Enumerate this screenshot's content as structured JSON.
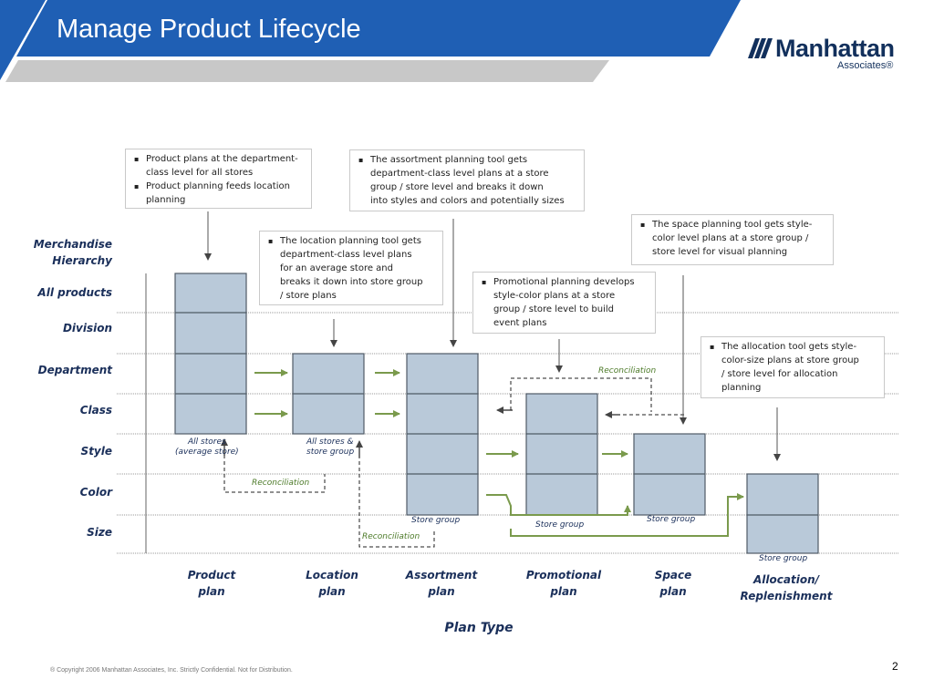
{
  "header": {
    "title": "Manage Product Lifecycle"
  },
  "logo": {
    "name": "Manhattan",
    "sub": "Associates®"
  },
  "notes": [
    {
      "id": "product",
      "lines": [
        {
          "bullet": true,
          "text": "Product plans at the department-"
        },
        {
          "bullet": false,
          "text": "class level for all stores"
        },
        {
          "bullet": true,
          "text": "Product planning feeds location"
        },
        {
          "bullet": false,
          "text": "planning"
        }
      ]
    },
    {
      "id": "assortment",
      "lines": [
        {
          "bullet": true,
          "text": "The assortment planning tool gets"
        },
        {
          "bullet": false,
          "text": "department-class level plans at a store"
        },
        {
          "bullet": false,
          "text": "group  / store level and breaks it down"
        },
        {
          "bullet": false,
          "text": "into styles and colors and potentially sizes"
        }
      ]
    },
    {
      "id": "location",
      "lines": [
        {
          "bullet": true,
          "text": "The location planning tool gets"
        },
        {
          "bullet": false,
          "text": "department-class level plans"
        },
        {
          "bullet": false,
          "text": "for an average store and"
        },
        {
          "bullet": false,
          "text": "breaks it down into store group"
        },
        {
          "bullet": false,
          "text": " / store plans"
        }
      ]
    },
    {
      "id": "space",
      "lines": [
        {
          "bullet": true,
          "text": "The space planning tool gets style-"
        },
        {
          "bullet": false,
          "text": "color level plans at a store group  /"
        },
        {
          "bullet": false,
          "text": "store level for visual planning"
        }
      ]
    },
    {
      "id": "promotional",
      "lines": [
        {
          "bullet": true,
          "text": "Promotional planning develops"
        },
        {
          "bullet": false,
          "text": "style-color plans at a store"
        },
        {
          "bullet": false,
          "text": "group  / store level to build"
        },
        {
          "bullet": false,
          "text": "event plans"
        }
      ]
    },
    {
      "id": "allocation",
      "lines": [
        {
          "bullet": true,
          "text": "The allocation tool gets style-"
        },
        {
          "bullet": false,
          "text": "color-size plans at store group"
        },
        {
          "bullet": false,
          "text": " / store level for allocation"
        },
        {
          "bullet": false,
          "text": "planning"
        }
      ]
    }
  ],
  "hierarchy": {
    "title_line1": "Merchandise",
    "title_line2": "Hierarchy",
    "levels": [
      "All products",
      "Division",
      "Department",
      "Class",
      "Style",
      "Color",
      "Size"
    ]
  },
  "plan_types": [
    {
      "line1": "Product",
      "line2": "plan"
    },
    {
      "line1": "Location",
      "line2": "plan"
    },
    {
      "line1": "Assortment",
      "line2": "plan"
    },
    {
      "line1": "Promotional",
      "line2": "plan"
    },
    {
      "line1": "Space",
      "line2": "plan"
    },
    {
      "line1": "Allocation/",
      "line2": "Replenishment"
    }
  ],
  "column_labels": {
    "product_line1": "All stores",
    "product_line2": "(average store)",
    "location_line1": "All stores &",
    "location_line2": "store group",
    "assortment": "Store group",
    "promotional": "Store group",
    "space": "Store group",
    "allocation": "Store group"
  },
  "reconciliation": "Reconciliation",
  "axis_title": "Plan Type",
  "footer": "® Copyright 2006 Manhattan Associates, Inc. Strictly Confidential. Not for Distribution.",
  "page_number": "2",
  "colors": {
    "header_blue": "#1f5fb4",
    "box_fill": "#b9c9d9",
    "box_stroke": "#4f5b66",
    "arrow_green": "#7a9a4c",
    "navy_text": "#1a2f5a",
    "recon_green": "#4c7a28"
  }
}
